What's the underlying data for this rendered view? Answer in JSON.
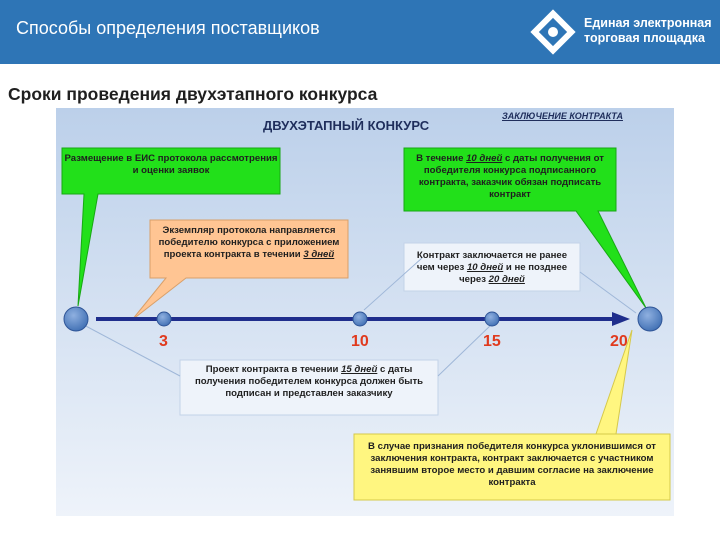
{
  "header": {
    "title": "Способы определения поставщиков",
    "logo_line1": "Единая электронная",
    "logo_line2": "торговая площадка",
    "logo_icon": "eetp-logo-icon",
    "background": "#2e75b6"
  },
  "subtitle": "Сроки проведения двухэтапного конкурса",
  "diagram": {
    "title": "ДВУХЭТАПНЫЙ КОНКУРС",
    "corner_label": "ЗАКЛЮЧЕНИЕ КОНТРАКТА",
    "timeline_labels": [
      "3",
      "10",
      "15",
      "20"
    ],
    "callouts": {
      "green_left": "Размещение в ЕИС протокола рассмотрения и оценки заявок",
      "green_right": {
        "before": "В течение ",
        "highlight": "10 дней",
        "after": " с даты получения от победителя конкурса подписанного контракта, заказчик обязан подписать контракт"
      },
      "orange": {
        "before": "Экземпляр протокола направляется победителю конкурса с приложением проекта контракта в течении ",
        "highlight": "3 дней"
      },
      "contract_term": {
        "part1": "Контракт заключается не ранее чем через ",
        "highlight1": "10 дней",
        "part2": " и не позднее через ",
        "highlight2": "20 дней"
      },
      "project_term": {
        "before": "Проект контракта в течении ",
        "highlight": "15 дней",
        "after": " с даты получения победителем конкурса должен быть подписан и представлен заказчику"
      },
      "yellow": "В случае признания победителя конкурса уклонившимся от заключения контракта, контракт заключается с участником занявшим второе место и давшим согласие на заключение контракта"
    },
    "colors": {
      "green": "#22e01a",
      "orange": "#ffc593",
      "yellow": "#fff680",
      "timeline": "#1f2e8c",
      "node": "#5b87c7",
      "accent_red": "#e03a1e",
      "panel_top": "#bcd0ea",
      "panel_bottom": "#eef3fa"
    }
  }
}
